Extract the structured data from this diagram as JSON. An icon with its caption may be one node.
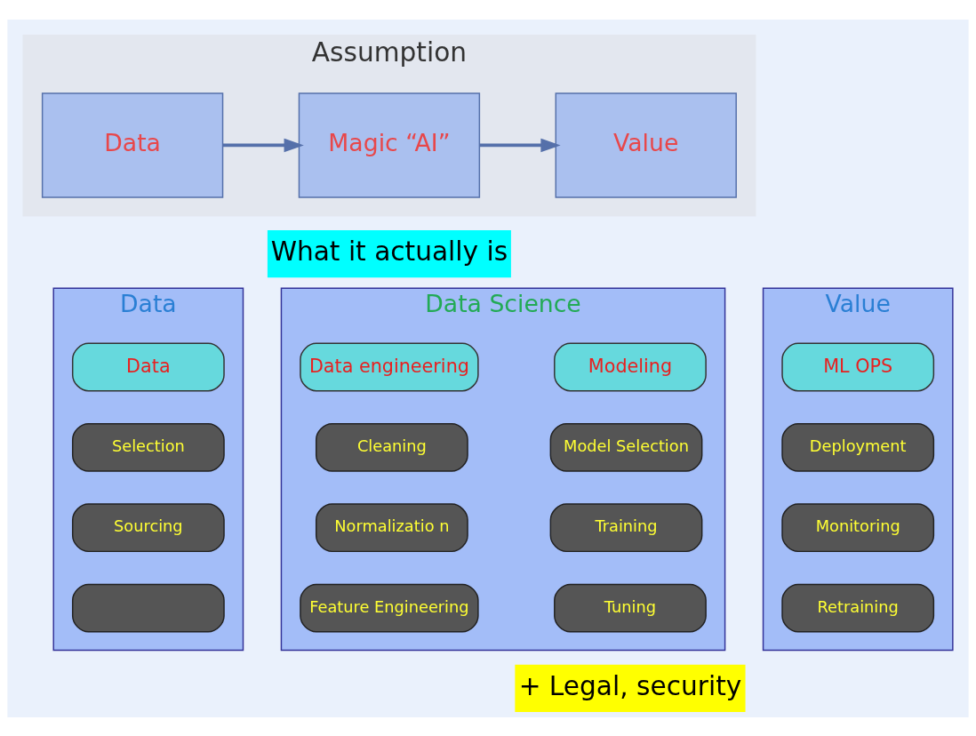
{
  "diagram": {
    "nodes": [
      {
        "text": [
          "Assumption"
        ]
      },
      {
        "text": [
          "Data"
        ],
        "in": 0
      },
      {
        "text": [
          "Magic “AI”"
        ],
        "in": 0
      },
      {
        "text": [
          "Value"
        ],
        "in": 0
      },
      {
        "text": [
          "Data"
        ]
      },
      {
        "text": [
          "Data"
        ],
        "in": 4
      },
      {
        "text": [
          "Selection"
        ],
        "in": 4
      },
      {
        "text": [
          "Sourcing"
        ],
        "in": 4
      },
      {
        "text": [],
        "shape": "box",
        "in": 4
      },
      {
        "text": [
          "Data Science"
        ]
      },
      {
        "text": [
          "Data engineering"
        ],
        "in": 9
      },
      {
        "text": [
          "Modeling"
        ],
        "in": 9
      },
      {
        "text": [
          "Cleaning"
        ],
        "in": 9
      },
      {
        "text": [
          "Model Selection"
        ],
        "in": 9
      },
      {
        "text": [
          "Normalizatio n"
        ],
        "in": 9
      },
      {
        "text": [
          "Training"
        ],
        "in": 9
      },
      {
        "text": [
          "Feature Engineering"
        ],
        "in": 9
      },
      {
        "text": [
          "Tuning"
        ],
        "in": 9
      },
      {
        "text": [
          "Value"
        ]
      },
      {
        "text": [
          "ML OPS"
        ],
        "in": 18
      },
      {
        "text": [
          "Deployment"
        ],
        "in": 18
      },
      {
        "text": [
          "Monitoring"
        ],
        "in": 18
      },
      {
        "text": [
          "Retraining"
        ],
        "in": 18
      }
    ],
    "edges": [
      {
        "from": 1,
        "to": 2,
        "arrow": "to"
      },
      {
        "from": 2,
        "to": 3,
        "arrow": "to"
      }
    ],
    "labels": [
      "What it actually is",
      "+ Legal, security"
    ]
  }
}
